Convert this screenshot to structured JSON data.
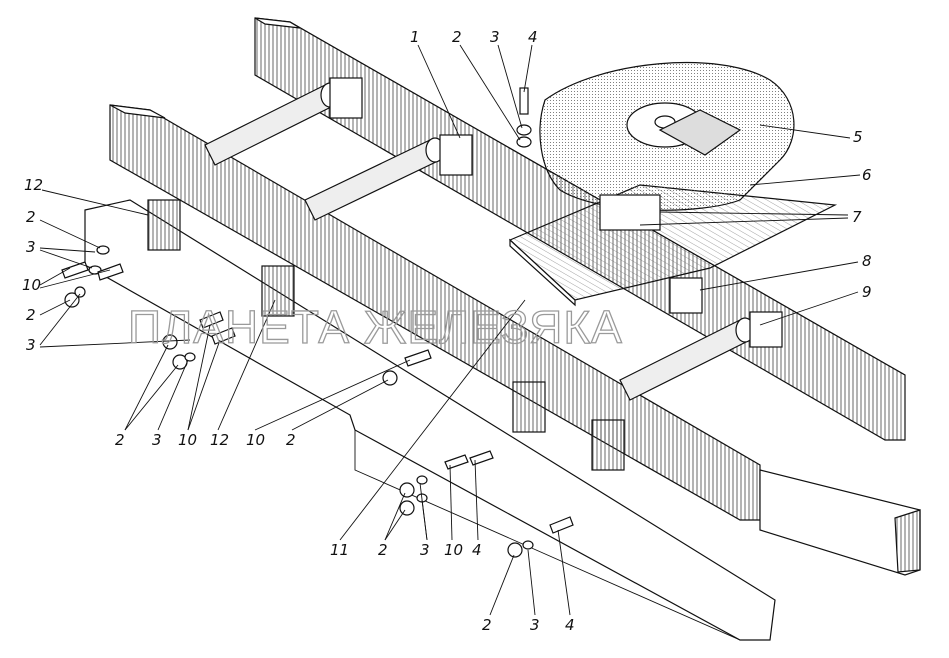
{
  "watermark": "ПЛАНЕТА ЖЕЛЕЗЯКА",
  "callouts": {
    "c1": "1",
    "c2a": "2",
    "c3a": "3",
    "c4a": "4",
    "c5": "5",
    "c6": "6",
    "c7": "7",
    "c8": "8",
    "c9": "9",
    "l12a": "12",
    "l2a": "2",
    "l3a": "3",
    "l10a": "10",
    "l2b": "2",
    "l3b": "3",
    "b2a": "2",
    "b3a": "3",
    "b10a": "10",
    "b12": "12",
    "b10b": "10",
    "b2b": "2",
    "b11": "11",
    "b2c": "2",
    "b3c": "3",
    "b10c": "10",
    "b4a": "4",
    "b2d": "2",
    "b3d": "3",
    "b4b": "4"
  },
  "colors": {
    "line": "#111111",
    "hatch": "#555555",
    "watermark": "#9a9a9a"
  }
}
